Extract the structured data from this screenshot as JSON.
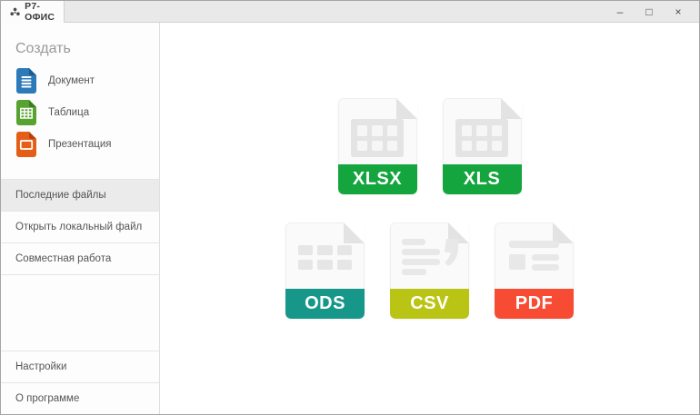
{
  "window": {
    "tab": {
      "title": "Р7-ОФИС"
    },
    "controls": [
      {
        "name": "minimize",
        "glyph": "–"
      },
      {
        "name": "maximize",
        "glyph": "□"
      },
      {
        "name": "close",
        "glyph": "×"
      }
    ]
  },
  "sidebar": {
    "create": {
      "header": "Создать",
      "items": [
        {
          "label": "Документ",
          "icon": "document-icon",
          "color": "#2d7ab9",
          "fold_color": "#1d5c90"
        },
        {
          "label": "Таблица",
          "icon": "spreadsheet-icon",
          "color": "#57a231",
          "fold_color": "#3a7d1d"
        },
        {
          "label": "Презентация",
          "icon": "presentation-icon",
          "color": "#e55e17",
          "fold_color": "#b2430c"
        }
      ]
    },
    "menu": [
      {
        "label": "Последние файлы",
        "selected": true
      },
      {
        "label": "Открыть локальный файл",
        "selected": false
      },
      {
        "label": "Совместная работа",
        "selected": false
      }
    ],
    "footer": [
      {
        "label": "Настройки"
      },
      {
        "label": "О программе"
      }
    ]
  },
  "main": {
    "formats": [
      {
        "label": "XLSX",
        "banner_color": "#14a53e",
        "graphic": "table-outline"
      },
      {
        "label": "XLS",
        "banner_color": "#14a53e",
        "graphic": "table-outline"
      },
      {
        "label": "ODS",
        "banner_color": "#16978a",
        "graphic": "table-blocks"
      },
      {
        "label": "CSV",
        "banner_color": "#bac414",
        "graphic": "comma-text"
      },
      {
        "label": "PDF",
        "banner_color": "#f74b33",
        "graphic": "doc-image"
      }
    ]
  }
}
